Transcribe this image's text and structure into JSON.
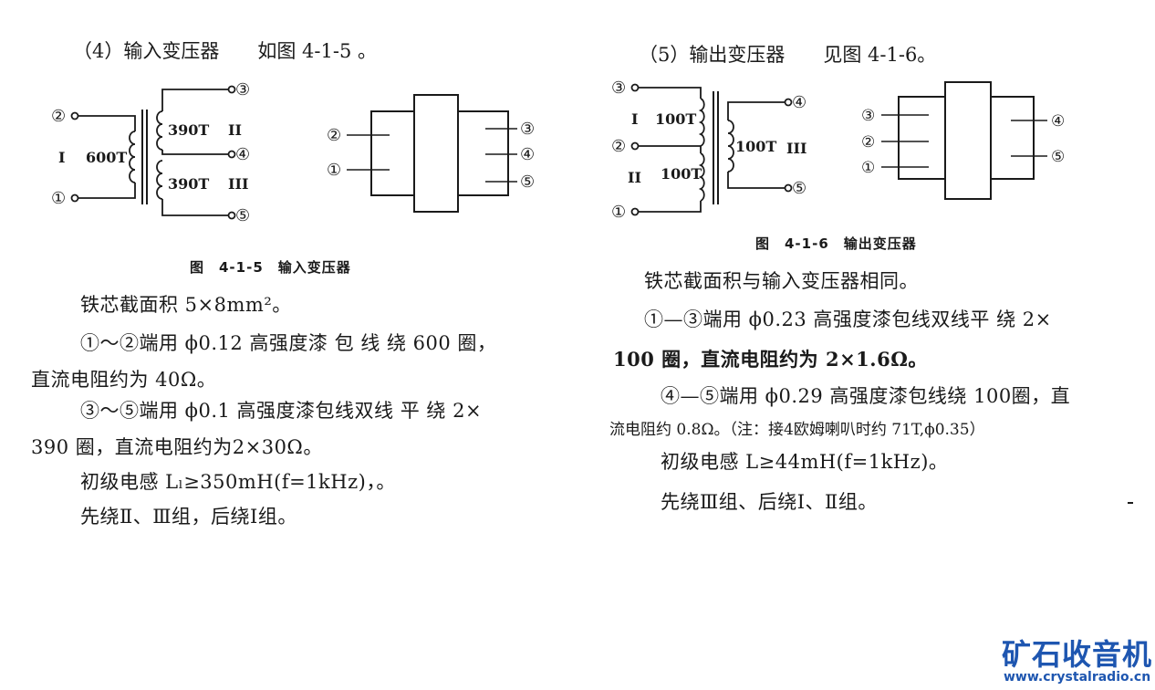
{
  "left": {
    "heading": "（4）输入变压器　　如图 4-1-5 。",
    "diagram": {
      "pins": [
        "②",
        "①",
        "③",
        "④",
        "⑤"
      ],
      "primary_roman": "I",
      "primary_turns": "600T",
      "sec1_turns": "390T",
      "sec1_roman": "II",
      "sec2_turns": "390T",
      "sec2_roman": "III"
    },
    "caption": "图　4-1-5　输入变压器",
    "lines": [
      "铁芯截面积 5×8mm²。",
      "①～②端用 ϕ0.12 高强度漆 包 线 绕 600 圈，",
      "直流电阻约为 40Ω。",
      "③～⑤端用 ϕ0.1 高强度漆包线双线 平 绕 2×",
      "390 圈，直流电阻约为2×30Ω。",
      "初级电感 Lₗ≥350mH(f=1kHz)，。",
      "先绕Ⅱ、Ⅲ组，后绕Ⅰ组。"
    ]
  },
  "right": {
    "heading": "（5）输出变压器　　见图 4-1-6。",
    "diagram": {
      "pins": [
        "③",
        "②",
        "①",
        "④",
        "⑤"
      ],
      "prim1_roman": "I",
      "prim1_turns": "100T",
      "prim2_roman": "II",
      "prim2_turns": "100T",
      "sec_turns": "100T",
      "sec_roman": "III"
    },
    "caption": "图　4-1-6　输出变压器",
    "lines": [
      "铁芯截面积与输入变压器相同。",
      "①—③端用 ϕ0.23 高强度漆包线双线平 绕 2×",
      "100 圈，直流电阻约为 2×1.6Ω。",
      "④—⑤端用 ϕ0.29 高强度漆包线绕 100圈，直",
      "流电阻约 0.8Ω。（注：接4欧姆喇叭时约 71T,ϕ0.35）",
      "初级电感 L≥44mH(f=1kHz)。",
      "先绕Ⅲ组、后绕Ⅰ、Ⅱ组。"
    ]
  },
  "logo": {
    "cn": "矿石收音机",
    "url": "www.crystalradio.cn",
    "color": "#1e56b0"
  }
}
